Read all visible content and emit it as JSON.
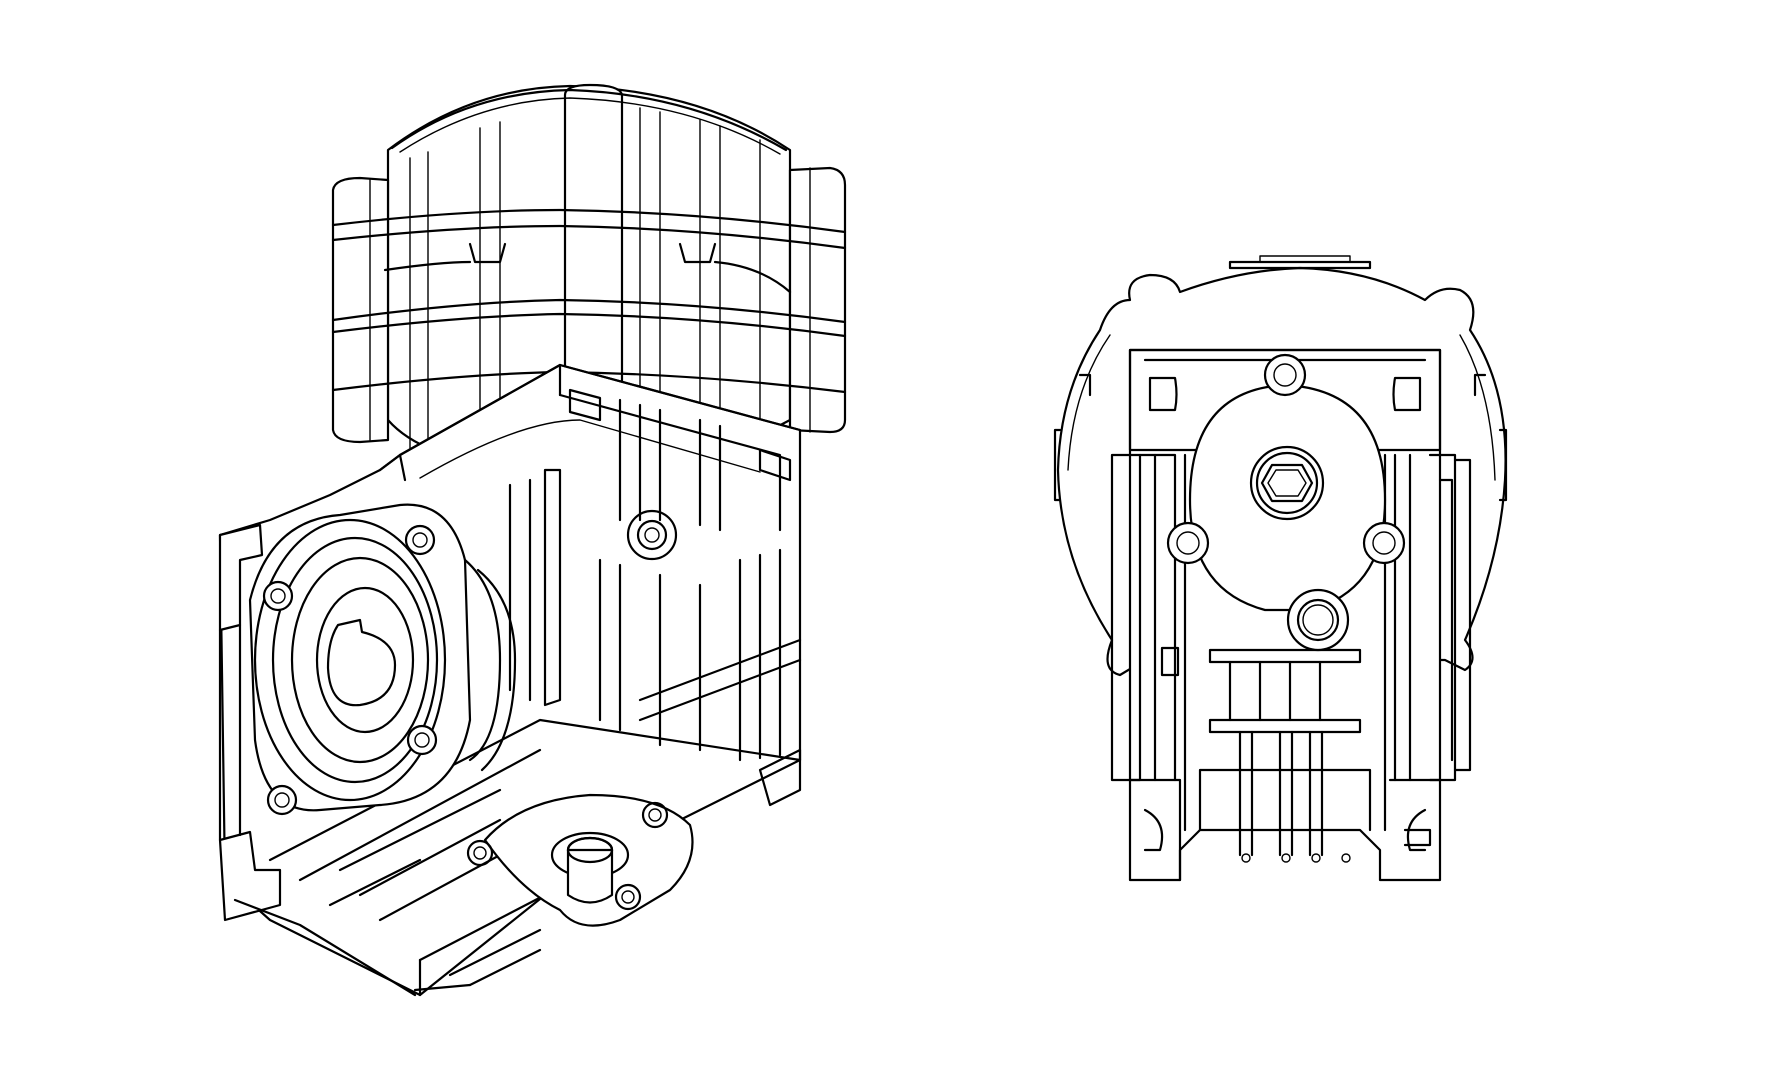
{
  "drawing": {
    "subject": "worm-gear-reducer-with-motor",
    "views": [
      {
        "id": "isometric",
        "icon": "gear-reducer-isometric-icon"
      },
      {
        "id": "front",
        "icon": "gear-reducer-front-icon"
      }
    ],
    "colors": {
      "line": "#000000",
      "background": "#ffffff"
    }
  }
}
